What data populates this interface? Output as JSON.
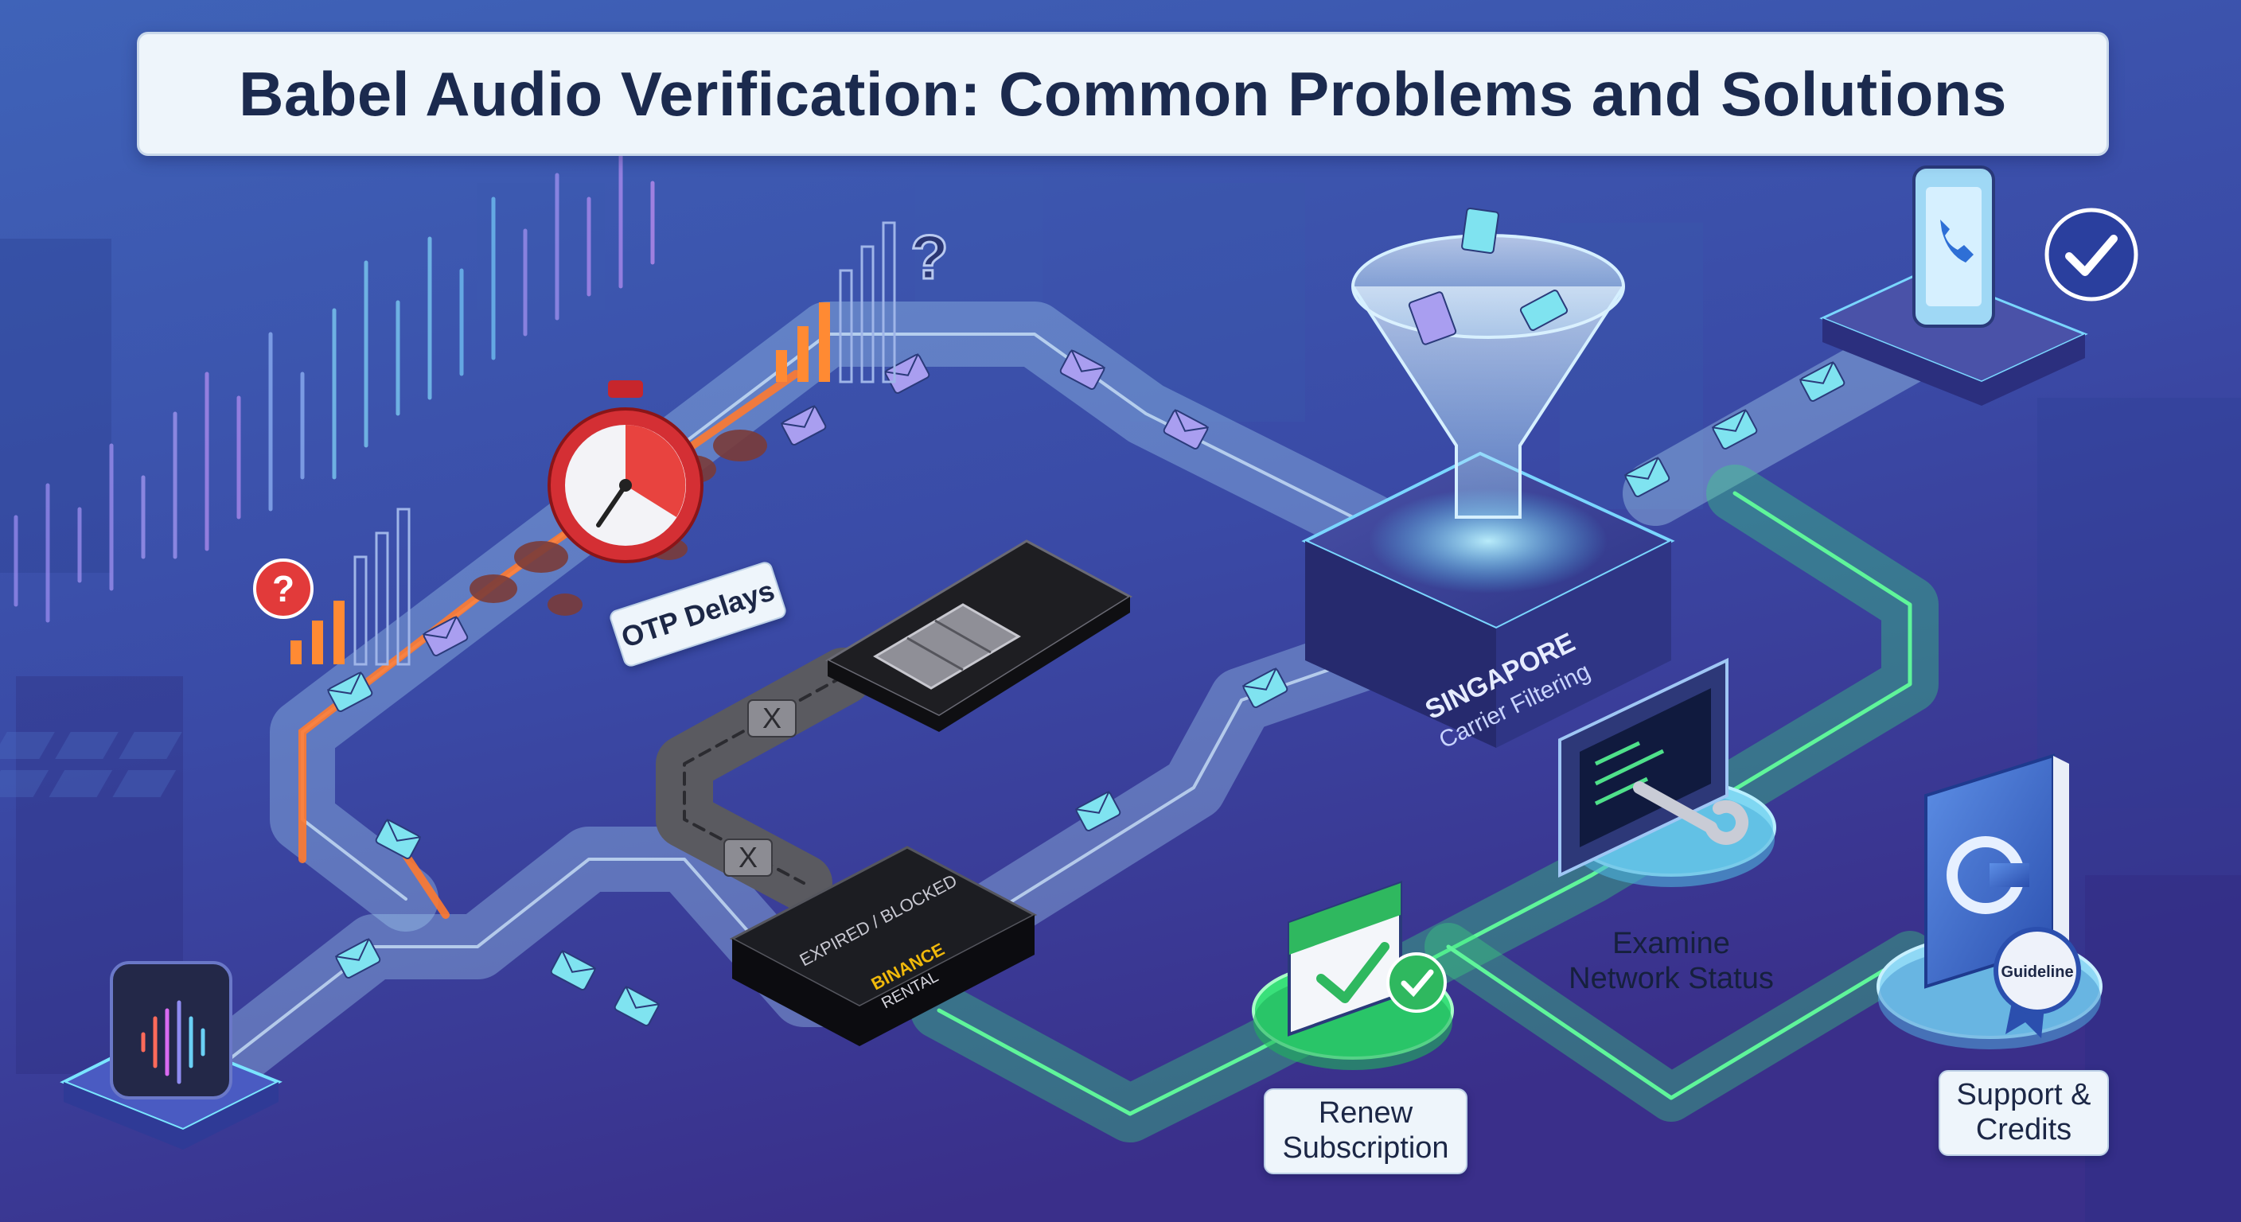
{
  "title": "Babel Audio Verification: Common Problems and Solutions",
  "labels": {
    "otp_delays": "OTP Delays",
    "singapore_line1": "SINGAPORE",
    "singapore_line2": "Carrier Filtering",
    "sim_status": "EXPIRED / BLOCKED",
    "rental_line1": "BINANCE",
    "rental_line2": "RENTAL",
    "examine_line1": "Examine",
    "examine_line2": "Network Status",
    "renew_line1": "Renew",
    "renew_line2": "Subscription",
    "support_line1": "Support &",
    "support_line2": "Credits",
    "guideline_badge": "Guideline"
  },
  "glyphs": {
    "question": "?",
    "blocked": "X"
  },
  "icons": {
    "audio_source": "audio-waveform-icon",
    "stopwatch": "stopwatch-icon",
    "sim_card": "sim-card-icon",
    "rental_device": "rental-device-icon",
    "funnel": "funnel-icon",
    "phone": "smartphone-icon",
    "verified": "check-badge-icon",
    "terminal": "terminal-wrench-icon",
    "calendar": "calendar-check-icon",
    "guide_book": "guideline-book-icon"
  },
  "colors": {
    "background_top": "#3f63b8",
    "background_bottom": "#3a2f8a",
    "path_glass": "#9fd2f5",
    "delay_orange": "#ff7a2f",
    "solution_green": "#39e07a",
    "blocked_path": "#5a5a60",
    "envelope_blue": "#7fe3f0",
    "envelope_purple": "#a99ef0",
    "accent_red": "#e23a3a",
    "check_blue": "#2e6fd6"
  }
}
